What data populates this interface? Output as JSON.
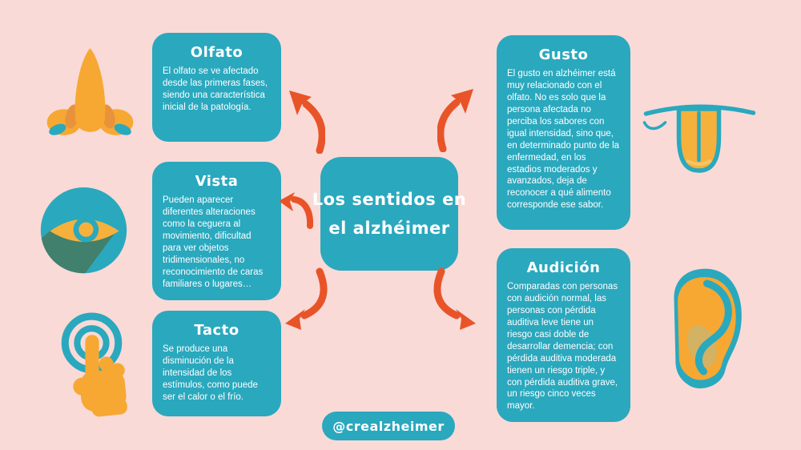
{
  "meta": {
    "background_color": "#f9dad7",
    "card_color": "#2aa8be",
    "arrow_color": "#e85428",
    "icon_orange": "#f6a832",
    "text_color": "#ffffff"
  },
  "center_title": {
    "line1": "Los sentidos en",
    "line2": "el alzhéimer"
  },
  "badge": {
    "label": "@crealzheimer"
  },
  "senses": [
    {
      "title": "Olfato",
      "icon": "nose-icon",
      "body": "El olfato se ve afectado desde las primeras fases, siendo una característica inicial de la patología."
    },
    {
      "title": "Vista",
      "icon": "eye-icon",
      "body": "Pueden aparecer diferentes alteraciones como la ceguera al movimiento, dificultad para ver objetos tridimensionales, no reconocimiento de caras familiares o lugares…"
    },
    {
      "title": "Tacto",
      "icon": "touch-hand-icon",
      "body": "Se produce una disminución de la intensidad de los estímulos, como puede ser el calor o el frío."
    },
    {
      "title": "Gusto",
      "icon": "tongue-icon",
      "body": "El gusto en alzhéimer está muy relacionado con el olfato. No es solo que la persona afectada no perciba los sabores con igual intensidad, sino que, en determinado punto de la enfermedad, en los estadios moderados y avanzados, deja de reconocer a qué alimento corresponde ese sabor."
    },
    {
      "title": "Audición",
      "icon": "ear-icon",
      "body": "Comparadas con personas con audición normal, las personas con pérdida auditiva leve tiene un riesgo casi doble de desarrollar demencia; con pérdida auditiva moderada tienen un riesgo triple, y con pérdida auditiva grave, un riesgo cinco veces mayor."
    }
  ]
}
